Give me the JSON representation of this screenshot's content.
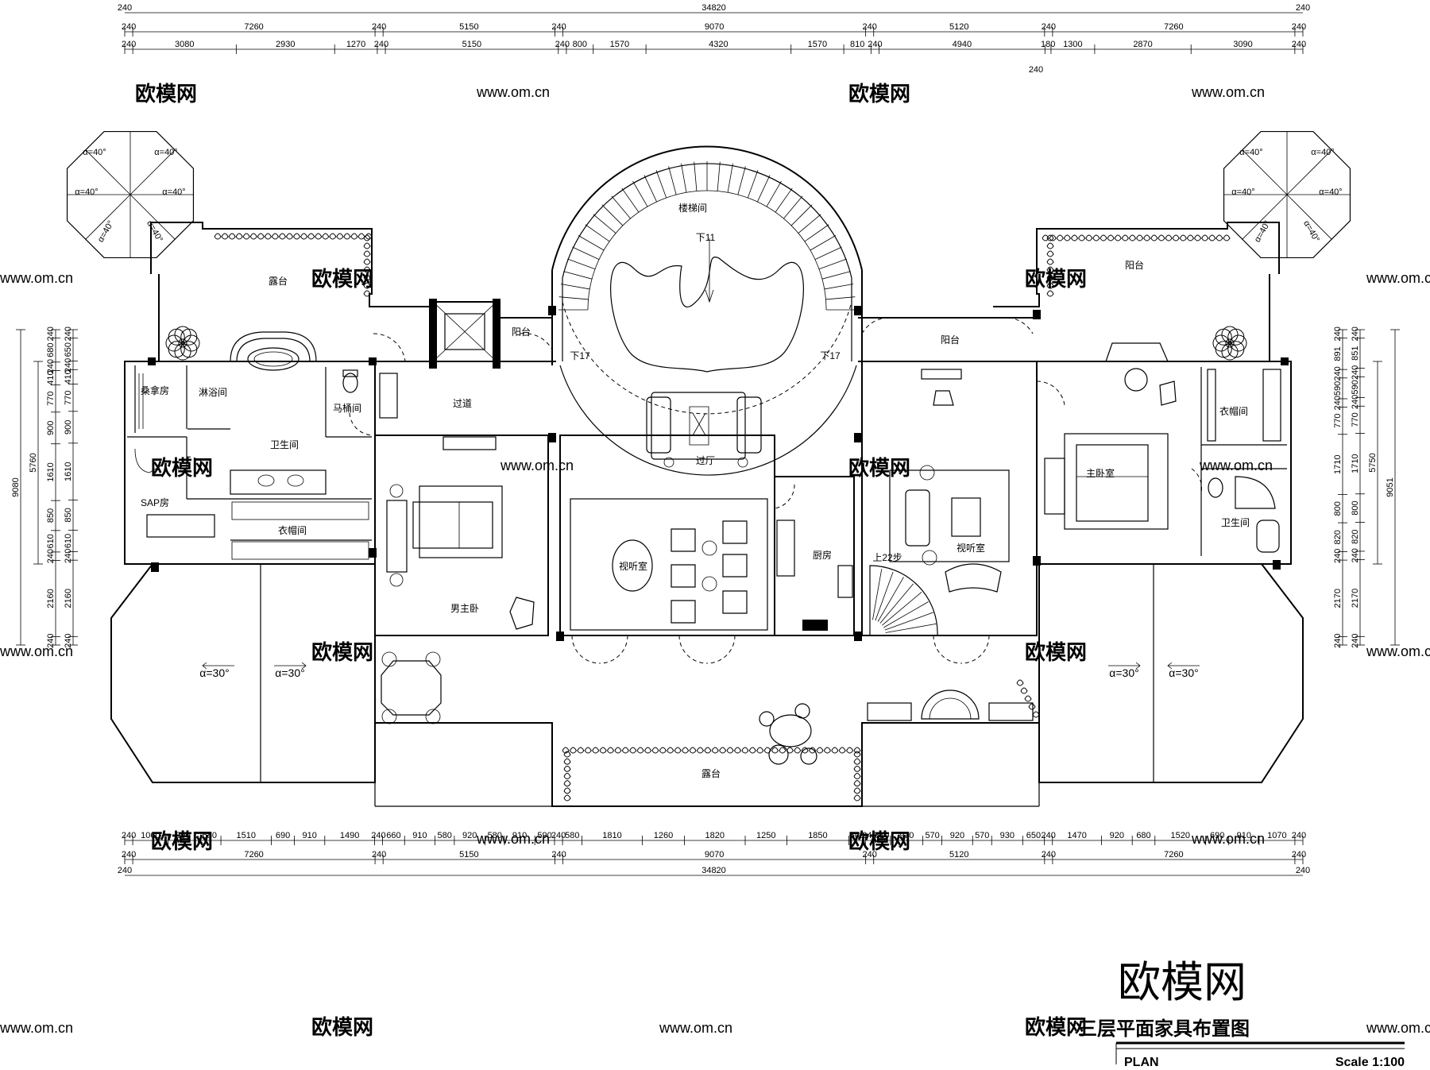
{
  "title": "三层平面家具布置图",
  "subtitle_left": "PLAN",
  "scale": "Scale 1:100",
  "brand_logo": "欧模网",
  "watermarks": [
    "欧模网",
    "www.om.cn"
  ],
  "dimensions": {
    "top_total": "34820",
    "top_row": [
      "240",
      "7260",
      "240",
      "5150",
      "240",
      "9070",
      "240",
      "5120",
      "240",
      "7260",
      "240"
    ],
    "top_detail": [
      "240",
      "3080",
      "2930",
      "1270",
      "240",
      "5150",
      "240",
      "800",
      "1570",
      "4320",
      "1570",
      "810",
      "240",
      "4940",
      "180",
      "1300",
      "2870",
      "3090",
      "240"
    ],
    "top_extra": "240",
    "bottom_detail": [
      "240",
      "1060",
      "900",
      "680",
      "1510",
      "690",
      "910",
      "1490",
      "240",
      "660",
      "910",
      "580",
      "920",
      "580",
      "910",
      "590",
      "240",
      "580",
      "1810",
      "1260",
      "1820",
      "1250",
      "1850",
      "500",
      "240",
      "510",
      "970",
      "570",
      "920",
      "570",
      "930",
      "650",
      "240",
      "1470",
      "920",
      "680",
      "1520",
      "690",
      "910",
      "1070",
      "240"
    ],
    "bottom_row": [
      "240",
      "7260",
      "240",
      "5150",
      "240",
      "9070",
      "240",
      "5120",
      "240",
      "7260",
      "240"
    ],
    "bottom_total": "34820",
    "left_outer": "9080",
    "left_mid": "5760",
    "left_detail": [
      "240",
      "680",
      "240",
      "410",
      "770",
      "900",
      "1610",
      "850",
      "610",
      "240",
      "2160",
      "240"
    ],
    "left_inner": [
      "240",
      "650",
      "240",
      "410",
      "770",
      "900",
      "1610",
      "850",
      "610",
      "240",
      "2160",
      "240"
    ],
    "right_outer": "9051",
    "right_mid": "5750",
    "right_detail": [
      "240",
      "851",
      "240",
      "590",
      "240",
      "770",
      "1710",
      "800",
      "820",
      "240",
      "2170",
      "240"
    ],
    "right_inner": [
      "240",
      "891",
      "240",
      "590",
      "240",
      "770",
      "1710",
      "800",
      "820",
      "240",
      "2170",
      "240"
    ]
  },
  "angle_labels": {
    "umbrella": "α=40°",
    "roof": "α=30°"
  },
  "rooms": {
    "stair_hall": "楼梯间",
    "stair_down_top": "下11",
    "stair_down_left": "下17",
    "stair_down_right": "下17",
    "balcony_center": "阳台",
    "balcony_right": "阳台",
    "terrace_left": "露台",
    "terrace_right": "阳台",
    "terrace_bottom": "露台",
    "sauna": "桑拿房",
    "shower": "淋浴间",
    "toilet_left": "马桶间",
    "bathroom_left": "卫生间",
    "sap": "SAP房",
    "closet_left": "衣帽间",
    "corridor": "过道",
    "foyer": "过厅",
    "male_master": "男主卧",
    "av_room_center": "视听室",
    "kitchen": "厨房",
    "up_stair": "上22步",
    "av_room_right": "视听室",
    "master_bedroom": "主卧室",
    "closet_right": "衣帽间",
    "bathroom_right": "卫生间"
  }
}
